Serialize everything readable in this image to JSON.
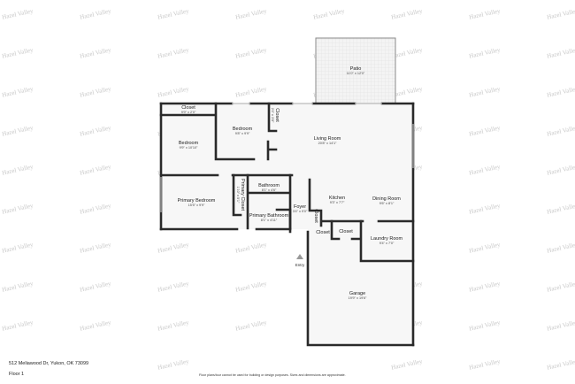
{
  "watermark": "Hazel Valley",
  "address": "512 Meliawood Dr, Yukon, OK 73099",
  "floor": "Floor 1",
  "disclaimer": "Floor plans/tour cannot be used for building or design purposes. Sizes and dimensions are approximate.",
  "entry_label": "Entry",
  "rooms": {
    "patio": {
      "name": "Patio",
      "dim": "11'0\" x 12'0\""
    },
    "closet_top": {
      "name": "Closet",
      "dim": "9'9\" x 2'0\""
    },
    "bedroom1": {
      "name": "Bedroom",
      "dim": "9'9\" x 10'10\""
    },
    "bedroom2": {
      "name": "Bedroom",
      "dim": "9'8\" x 9'9\""
    },
    "closet_bed2": {
      "name": "Closet",
      "dim": "2'4\" x 3'8\""
    },
    "living": {
      "name": "Living Room",
      "dim": "20'8\" x 14'1\""
    },
    "primary_bedroom": {
      "name": "Primary Bedroom",
      "dim": "15'5\" x 9'9\""
    },
    "primary_closet": {
      "name": "Primary Closet",
      "dim": "1'10\" x 5'1\""
    },
    "bathroom": {
      "name": "Bathroom",
      "dim": "8'1\" x 4'6\""
    },
    "primary_bathroom": {
      "name": "Primary Bathroom",
      "dim": "8'1\" x 4'11\""
    },
    "foyer": {
      "name": "Foyer",
      "dim": "3'4\" x 9'0\""
    },
    "kitchen": {
      "name": "Kitchen",
      "dim": "9'3\" x 7'7\""
    },
    "dining": {
      "name": "Dining Room",
      "dim": "9'6\" x 8'1\""
    },
    "closet_foyer": {
      "name": "Closet"
    },
    "closet_a": {
      "name": "Closet"
    },
    "closet_b": {
      "name": "Closet"
    },
    "laundry": {
      "name": "Laundry Room",
      "dim": "9'4\" x 7'0\""
    },
    "garage": {
      "name": "Garage",
      "dim": "19'9\" x 19'6\""
    }
  }
}
